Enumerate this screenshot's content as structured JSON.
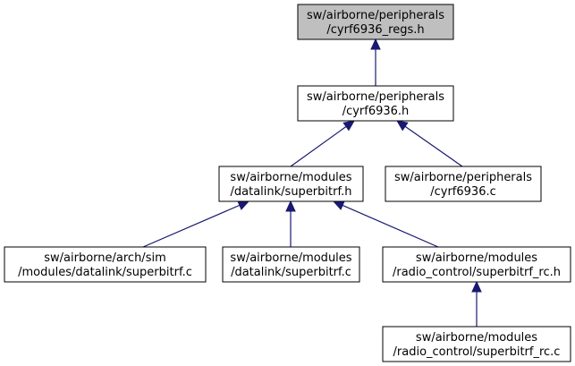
{
  "graph": {
    "nodes": [
      {
        "id": "n0",
        "lines": [
          "sw/airborne/peripherals",
          "/cyrf6936_regs.h"
        ],
        "highlighted": true
      },
      {
        "id": "n1",
        "lines": [
          "sw/airborne/peripherals",
          "/cyrf6936.h"
        ],
        "highlighted": false
      },
      {
        "id": "n2",
        "lines": [
          "sw/airborne/modules",
          "/datalink/superbitrf.h"
        ],
        "highlighted": false
      },
      {
        "id": "n3",
        "lines": [
          "sw/airborne/peripherals",
          "/cyrf6936.c"
        ],
        "highlighted": false
      },
      {
        "id": "n4",
        "lines": [
          "sw/airborne/arch/sim",
          "/modules/datalink/superbitrf.c"
        ],
        "highlighted": false
      },
      {
        "id": "n5",
        "lines": [
          "sw/airborne/modules",
          "/datalink/superbitrf.c"
        ],
        "highlighted": false
      },
      {
        "id": "n6",
        "lines": [
          "sw/airborne/modules",
          "/radio_control/superbitrf_rc.h"
        ],
        "highlighted": false
      },
      {
        "id": "n7",
        "lines": [
          "sw/airborne/modules",
          "/radio_control/superbitrf_rc.c"
        ],
        "highlighted": false
      }
    ],
    "edges": [
      {
        "from": "n1",
        "to": "n0"
      },
      {
        "from": "n2",
        "to": "n1"
      },
      {
        "from": "n3",
        "to": "n1"
      },
      {
        "from": "n4",
        "to": "n2"
      },
      {
        "from": "n5",
        "to": "n2"
      },
      {
        "from": "n6",
        "to": "n2"
      },
      {
        "from": "n7",
        "to": "n6"
      }
    ],
    "colors": {
      "edge": "#191970",
      "node_border": "#000000",
      "node_fill": "#ffffff",
      "highlight_fill": "#bfbfbf",
      "text": "#000000"
    }
  }
}
